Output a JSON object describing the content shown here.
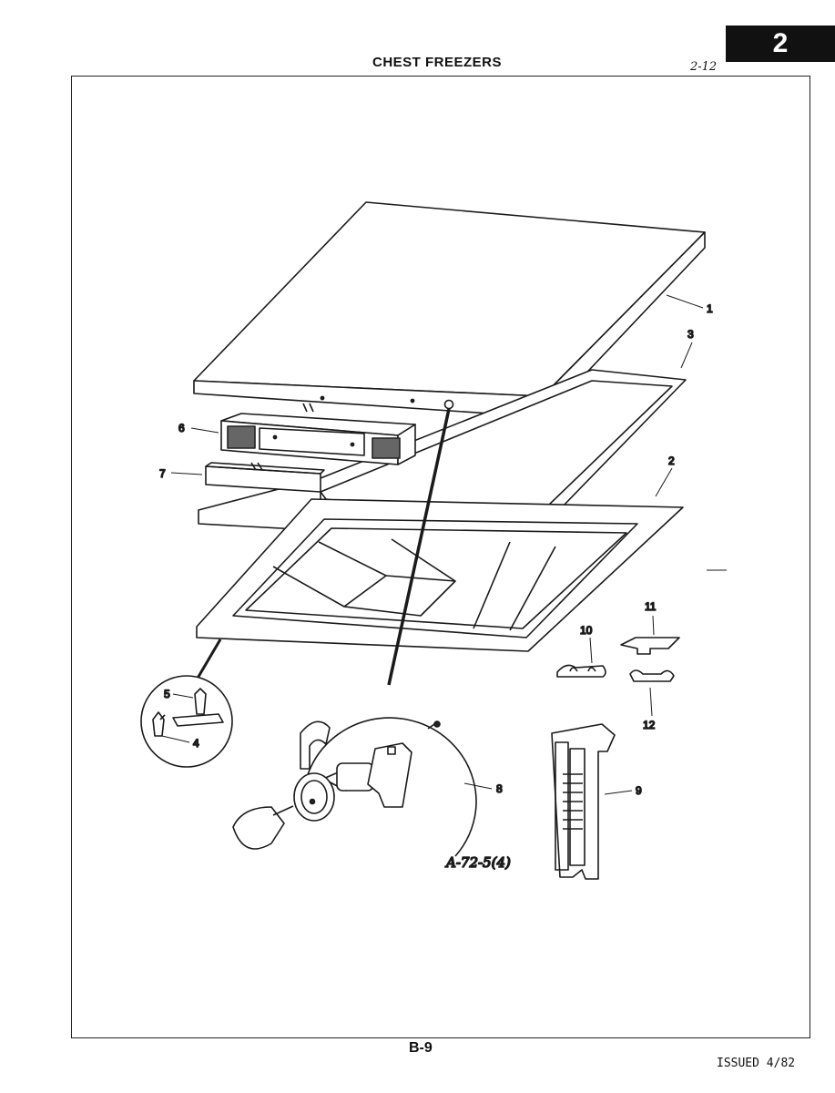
{
  "header": {
    "title": "CHEST FREEZERS",
    "section_badge": "2",
    "handwritten_ref": "2-12"
  },
  "diagram": {
    "callouts": {
      "c1": "1",
      "c2": "2",
      "c3": "3",
      "c4": "4",
      "c5": "5",
      "c6": "6",
      "c7": "7",
      "c8": "8",
      "c9": "9",
      "c10": "10",
      "c11": "11",
      "c12": "12"
    },
    "handwritten_note": "A-72-5(4)"
  },
  "footer": {
    "page_number": "B-9",
    "issued": "ISSUED 4/82"
  }
}
